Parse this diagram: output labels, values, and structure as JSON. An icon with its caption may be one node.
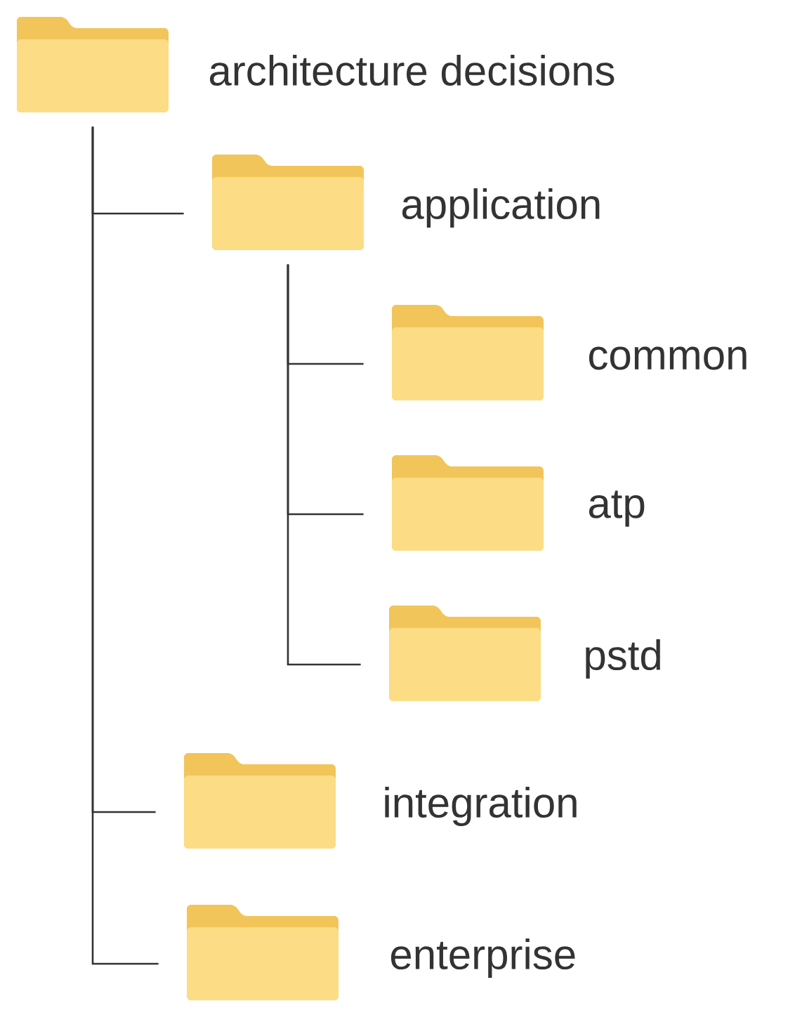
{
  "diagram": {
    "nodes": [
      {
        "text": [
          "architecture decisions"
        ]
      },
      {
        "text": [
          "application"
        ]
      },
      {
        "text": [
          "common"
        ]
      },
      {
        "text": [
          "atp"
        ]
      },
      {
        "text": [
          "pstd"
        ]
      },
      {
        "text": [
          "integration"
        ]
      },
      {
        "text": [
          "enterprise"
        ]
      }
    ],
    "edges": [
      {
        "from": 0,
        "to": 1,
        "arrow": "none"
      },
      {
        "from": 1,
        "to": 2,
        "arrow": "none"
      },
      {
        "from": 1,
        "to": 3,
        "arrow": "none"
      },
      {
        "from": 1,
        "to": 4,
        "arrow": "none"
      },
      {
        "from": 0,
        "to": 5,
        "arrow": "none"
      },
      {
        "from": 0,
        "to": 6,
        "arrow": "none"
      }
    ]
  }
}
